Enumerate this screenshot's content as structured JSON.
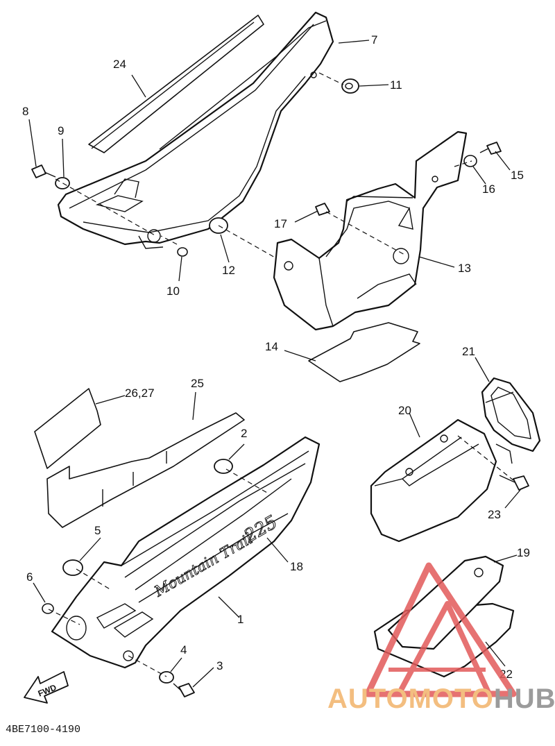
{
  "diagram_code": "4BE7100-4190",
  "fwd_label": "FWD",
  "brand_script": "Mountain Trail",
  "brand_number": "225",
  "watermark": {
    "prefix": "AUTOMOTO",
    "suffix": "HUB",
    "accent": "#f2b36a",
    "gray": "#8a8a8a",
    "logo_color": "#e25a5a"
  },
  "callouts": {
    "c1": "1",
    "c2": "2",
    "c3": "3",
    "c4": "4",
    "c5": "5",
    "c6": "6",
    "c7": "7",
    "c8": "8",
    "c9": "9",
    "c10": "10",
    "c11": "11",
    "c12": "12",
    "c13": "13",
    "c14": "14",
    "c15": "15",
    "c16": "16",
    "c17": "17",
    "c18": "18",
    "c19": "19",
    "c20": "20",
    "c21": "21",
    "c22": "22",
    "c23": "23",
    "c24": "24",
    "c25": "25",
    "c2627": "26,27"
  }
}
